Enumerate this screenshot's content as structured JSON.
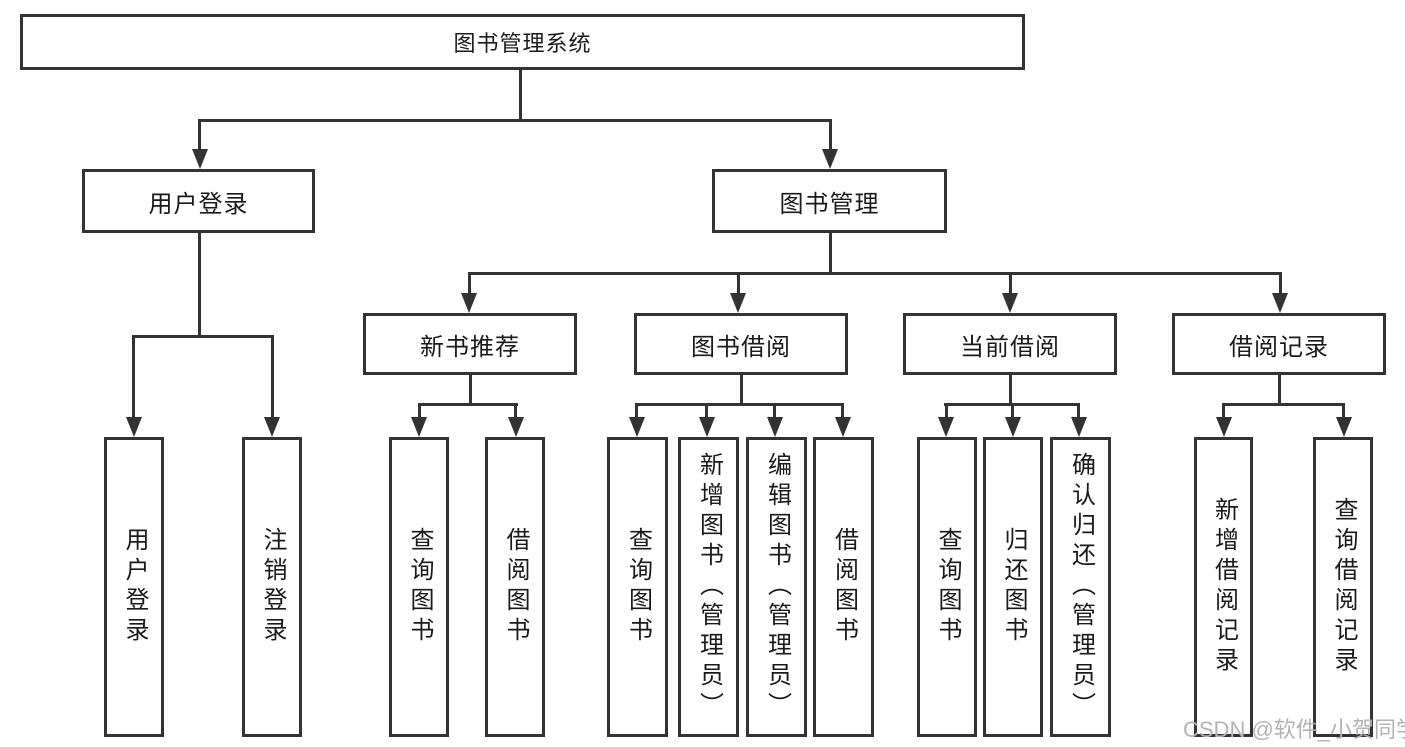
{
  "nodes": {
    "root": "图书管理系统",
    "user_login": "用户登录",
    "book_mgmt": "图书管理",
    "new_book_rec": "新书推荐",
    "book_borrow": "图书借阅",
    "current_borrow": "当前借阅",
    "borrow_records": "借阅记录",
    "login_children": [
      "用户登录",
      "注销登录"
    ],
    "new_book_children": [
      "查询图书",
      "借阅图书"
    ],
    "book_borrow_children": [
      "查询图书",
      "新增图书（管理员）",
      "编辑图书（管理员）",
      "借阅图书"
    ],
    "current_borrow_children": [
      "查询图书",
      "归还图书",
      "确认归还（管理员）"
    ],
    "borrow_records_children": [
      "新增借阅记录",
      "查询借阅记录"
    ]
  },
  "watermark": "CSDN @软件_小贺同学",
  "colors": {
    "line": "#333333",
    "text": "#1a1a1a",
    "watermark": "#b3b3b3"
  }
}
